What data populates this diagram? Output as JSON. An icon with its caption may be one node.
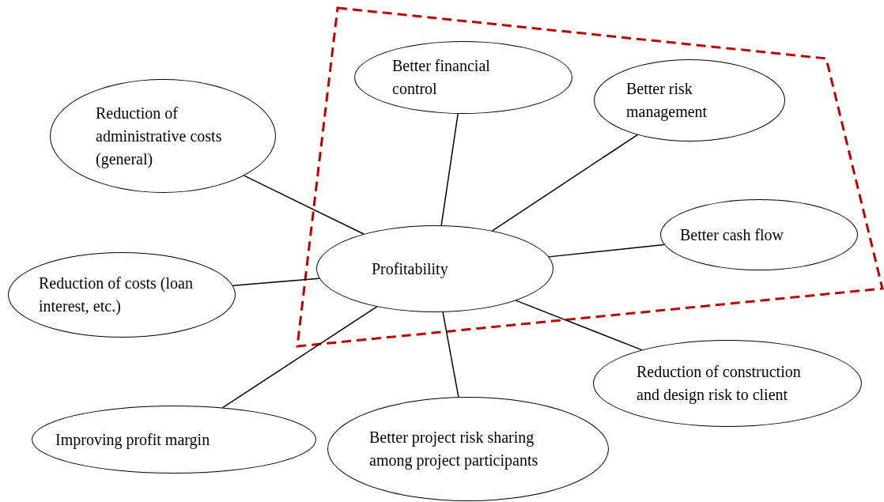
{
  "diagram": {
    "nodes": [
      {
        "text": [
          "Better financial control"
        ]
      },
      {
        "text": [
          "Better risk management"
        ]
      },
      {
        "text": [
          "Reduction of administrative costs (general)"
        ]
      },
      {
        "text": [
          "Better cash flow"
        ]
      },
      {
        "text": [
          "Profitability"
        ]
      },
      {
        "text": [
          "Reduction of costs (loan interest, etc.)"
        ]
      },
      {
        "text": [
          "Reduction of construction and design risk to client"
        ]
      },
      {
        "text": [
          "Improving profit margin"
        ]
      },
      {
        "text": [
          "Better project risk sharing among project participants"
        ]
      }
    ],
    "edges": [
      {
        "from": 4,
        "to": 0,
        "arrow": "none"
      },
      {
        "from": 4,
        "to": 1,
        "arrow": "none"
      },
      {
        "from": 4,
        "to": 2,
        "arrow": "none"
      },
      {
        "from": 4,
        "to": 3,
        "arrow": "none"
      },
      {
        "from": 4,
        "to": 5,
        "arrow": "none"
      },
      {
        "from": 4,
        "to": 6,
        "arrow": "none"
      },
      {
        "from": 4,
        "to": 7,
        "arrow": "none"
      },
      {
        "from": 4,
        "to": 8,
        "arrow": "none"
      }
    ]
  }
}
